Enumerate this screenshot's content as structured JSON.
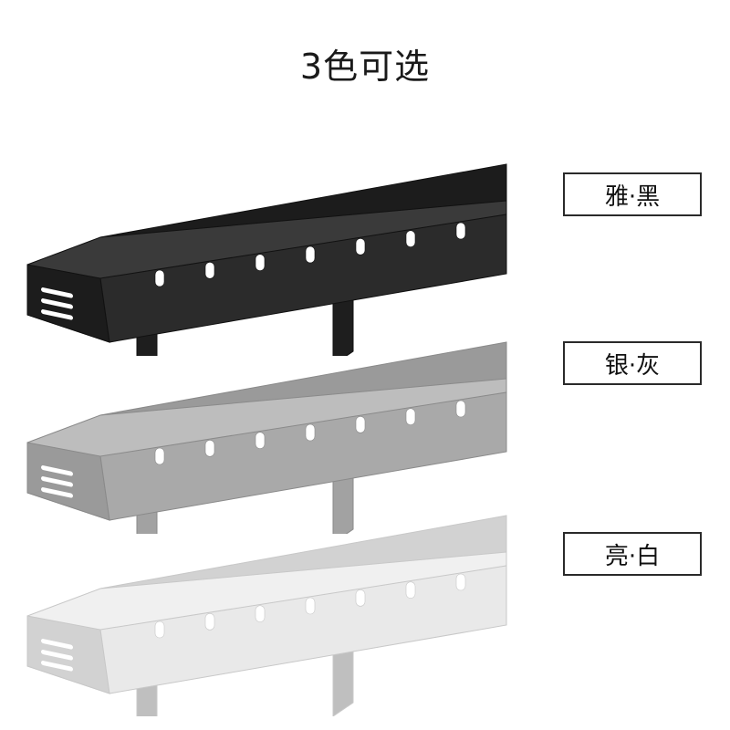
{
  "title": "3色可选",
  "variants": [
    {
      "label": "雅·黑",
      "front": "#2b2b2b",
      "back": "#1c1c1c",
      "bottom": "#3a3a3a",
      "bracket": "#1e1e1e",
      "slot": "#ffffff",
      "edge": "#111111"
    },
    {
      "label": "银·灰",
      "front": "#a9a9a9",
      "back": "#9a9a9a",
      "bottom": "#bdbdbd",
      "bracket": "#a2a2a2",
      "slot": "#ffffff",
      "edge": "#8a8a8a"
    },
    {
      "label": "亮·白",
      "front": "#e9e9e9",
      "back": "#d2d2d2",
      "bottom": "#f0f0f0",
      "bracket": "#bfbfbf",
      "slot": "#ffffff",
      "edge": "#c8c8c8"
    }
  ]
}
